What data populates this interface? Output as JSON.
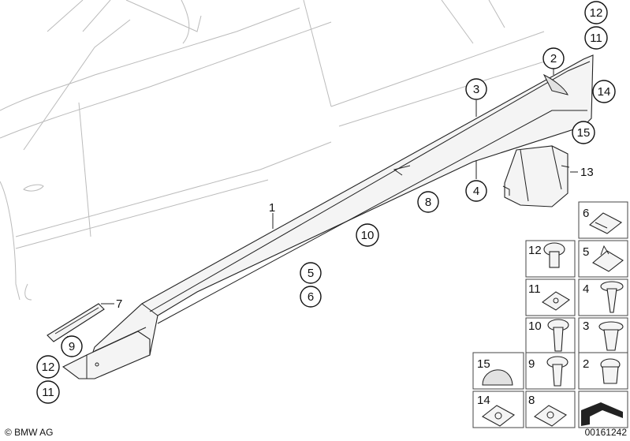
{
  "callouts": {
    "c1": "1",
    "c2": "2",
    "c3": "3",
    "c4": "4",
    "c5": "5",
    "c6": "6",
    "c7": "7",
    "c8": "8",
    "c9": "9",
    "c10": "10",
    "c11a": "11",
    "c12a": "12",
    "c11b": "11",
    "c12b": "12",
    "c13": "13",
    "c14": "14",
    "c15": "15"
  },
  "legend": {
    "cells": {
      "6": "6",
      "12": "12",
      "5": "5",
      "11": "11",
      "4": "4",
      "10": "10",
      "3": "3",
      "15": "15",
      "9": "9",
      "2": "2",
      "14": "14",
      "8": "8"
    }
  },
  "footer": {
    "copyright": "© BMW AG",
    "diagram_number": "00161242"
  }
}
